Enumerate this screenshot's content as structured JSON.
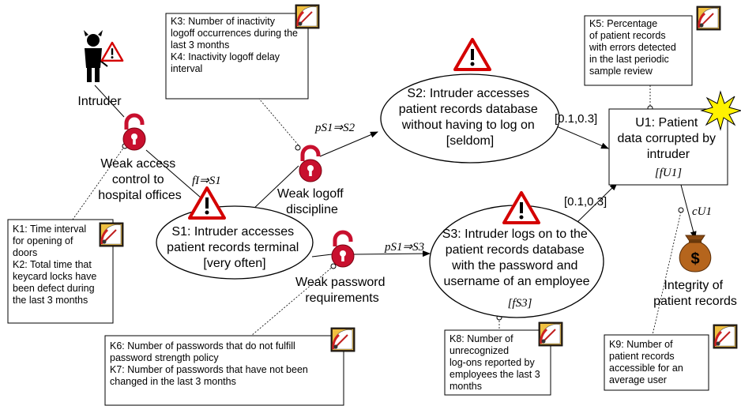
{
  "threat": {
    "label": "Intruder"
  },
  "vulnerabilities": {
    "v1": [
      "Weak access",
      "control to",
      "hospital offices"
    ],
    "v2": [
      "Weak logoff",
      "discipline"
    ],
    "v3": [
      "Weak password",
      "requirements"
    ]
  },
  "scenarios": {
    "s1": {
      "lines": [
        "S1: Intruder accesses",
        "patient records terminal"
      ],
      "likelihood": "[very often]"
    },
    "s2": {
      "lines": [
        "S2: Intruder accesses",
        "patient records database",
        "without having to log on"
      ],
      "likelihood": "[seldom]"
    },
    "s3": {
      "lines": [
        "S3: Intruder logs on to the",
        "patient records database",
        "with  the password and",
        "username of an employee"
      ],
      "likelihood": "[fS3]"
    }
  },
  "incident": {
    "lines": [
      "U1: Patient",
      "data corrupted by",
      "intruder"
    ],
    "likelihood": "[fU1]"
  },
  "asset": {
    "lines": [
      "Integrity of",
      "patient records"
    ],
    "symbol": "$"
  },
  "edge_labels": {
    "f_i_s1": "fI⇒S1",
    "p_s1_s2": "pS1⇒S2",
    "p_s1_s3": "pS1⇒S3",
    "c_u1": "cU1",
    "s2_u1": "[0.1,0.3]",
    "s3_u1": "[0.1,0.3]"
  },
  "indicators": {
    "k1": [
      "K1: Time interval",
      "for opening of",
      "doors",
      "",
      "K2: Total time that",
      "keycard locks have",
      "been defect during",
      "the last 3 months"
    ],
    "k3": [
      "K3: Number of inactivity",
      "logoff occurrences during the",
      "last 3 months",
      "",
      "K4: Inactivity logoff delay",
      "interval"
    ],
    "k5": [
      "K5: Percentage",
      "of patient records",
      "with errors detected",
      "in the last periodic",
      "sample review"
    ],
    "k6": [
      "K6: Number of passwords that do not fulfill",
      "password strength policy",
      "",
      "K7: Number of passwords that have not been",
      "changed in the last 3 months"
    ],
    "k8": [
      "K8: Number of",
      "unrecognized",
      "log-ons reported by",
      "employees the last 3",
      "months"
    ],
    "k9": [
      "K9: Number of",
      "patient records",
      "accessible for an",
      "average user"
    ]
  },
  "colors": {
    "lock_red": "#c8102e",
    "warning_red": "#d40000",
    "bag_brown": "#b5651d",
    "explosion_yellow": "#fff200",
    "line": "#000000"
  },
  "icons": [
    "threat-devil-icon",
    "warning-icon",
    "unlocked-padlock-icon",
    "gauge-icon",
    "explosion-icon",
    "money-bag-icon"
  ]
}
